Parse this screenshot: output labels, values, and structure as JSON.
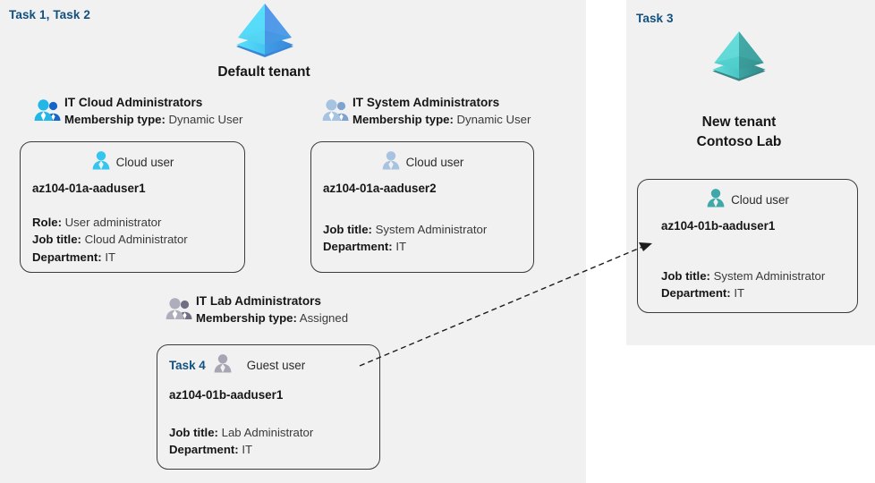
{
  "left_panel": {
    "task_label": "Task 1, Task 2",
    "tenant": {
      "icon": "entra-tenant-pyramid-icon",
      "name": "Default tenant",
      "color_left": "#4ad5f5",
      "color_right": "#4a90e8"
    },
    "groups": [
      {
        "icon": "group-users-icon",
        "title": "IT Cloud Administrators",
        "membership_label": "Membership type:",
        "membership_value": "Dynamic User",
        "icon_color": "#1aa8e0",
        "card": {
          "head_icon": "cloud-user-icon",
          "head_label": "Cloud user",
          "head_icon_color": "#3cc4ef",
          "user_name": "az104-01a-aaduser1",
          "attributes": [
            {
              "label": "Role:",
              "value": "User administrator"
            },
            {
              "label": "Job title:",
              "value": "Cloud Administrator"
            },
            {
              "label": "Department:",
              "value": "IT"
            }
          ]
        }
      },
      {
        "icon": "group-users-icon",
        "title": "IT System Administrators",
        "membership_label": "Membership type:",
        "membership_value": "Dynamic User",
        "icon_color": "#9dbde0",
        "card": {
          "head_icon": "cloud-user-icon",
          "head_label": "Cloud user",
          "head_icon_color": "#a8c3e0",
          "user_name": "az104-01a-aaduser2",
          "attributes": [
            {
              "label": "Job title:",
              "value": "System Administrator"
            },
            {
              "label": "Department:",
              "value": "IT"
            }
          ]
        }
      },
      {
        "icon": "group-users-icon",
        "title": "IT Lab Administrators",
        "membership_label": "Membership type:",
        "membership_value": "Assigned",
        "icon_color": "#a7a7b4",
        "card": {
          "task_inline": "Task 4",
          "head_icon": "guest-user-icon",
          "head_label": "Guest user",
          "head_icon_color": "#a8a8b6",
          "user_name": "az104-01b-aaduser1",
          "attributes": [
            {
              "label": "Job title:",
              "value": "Lab Administrator"
            },
            {
              "label": "Department:",
              "value": "IT"
            }
          ]
        }
      }
    ]
  },
  "right_panel": {
    "task_label": "Task 3",
    "tenant": {
      "icon": "entra-tenant-pyramid-icon",
      "name_line1": "New  tenant",
      "name_line2": "Contoso Lab",
      "color_left": "#4fd0cf",
      "color_right": "#3aa3a2"
    },
    "card": {
      "head_icon": "cloud-user-icon",
      "head_label": "Cloud user",
      "head_icon_color": "#3aa6a6",
      "user_name": "az104-01b-aaduser1",
      "attributes": [
        {
          "label": "Job title:",
          "value": "System Administrator"
        },
        {
          "label": "Department:",
          "value": "IT"
        }
      ]
    }
  },
  "connector": {
    "name": "guest-invite-dashed-arrow",
    "style": "dashed",
    "color": "#1d1d1d"
  },
  "theme": {
    "panel_bg": "#f1f1f1",
    "page_bg": "#ffffff",
    "task_color": "#11507f",
    "card_border": "#3b3b3b"
  }
}
